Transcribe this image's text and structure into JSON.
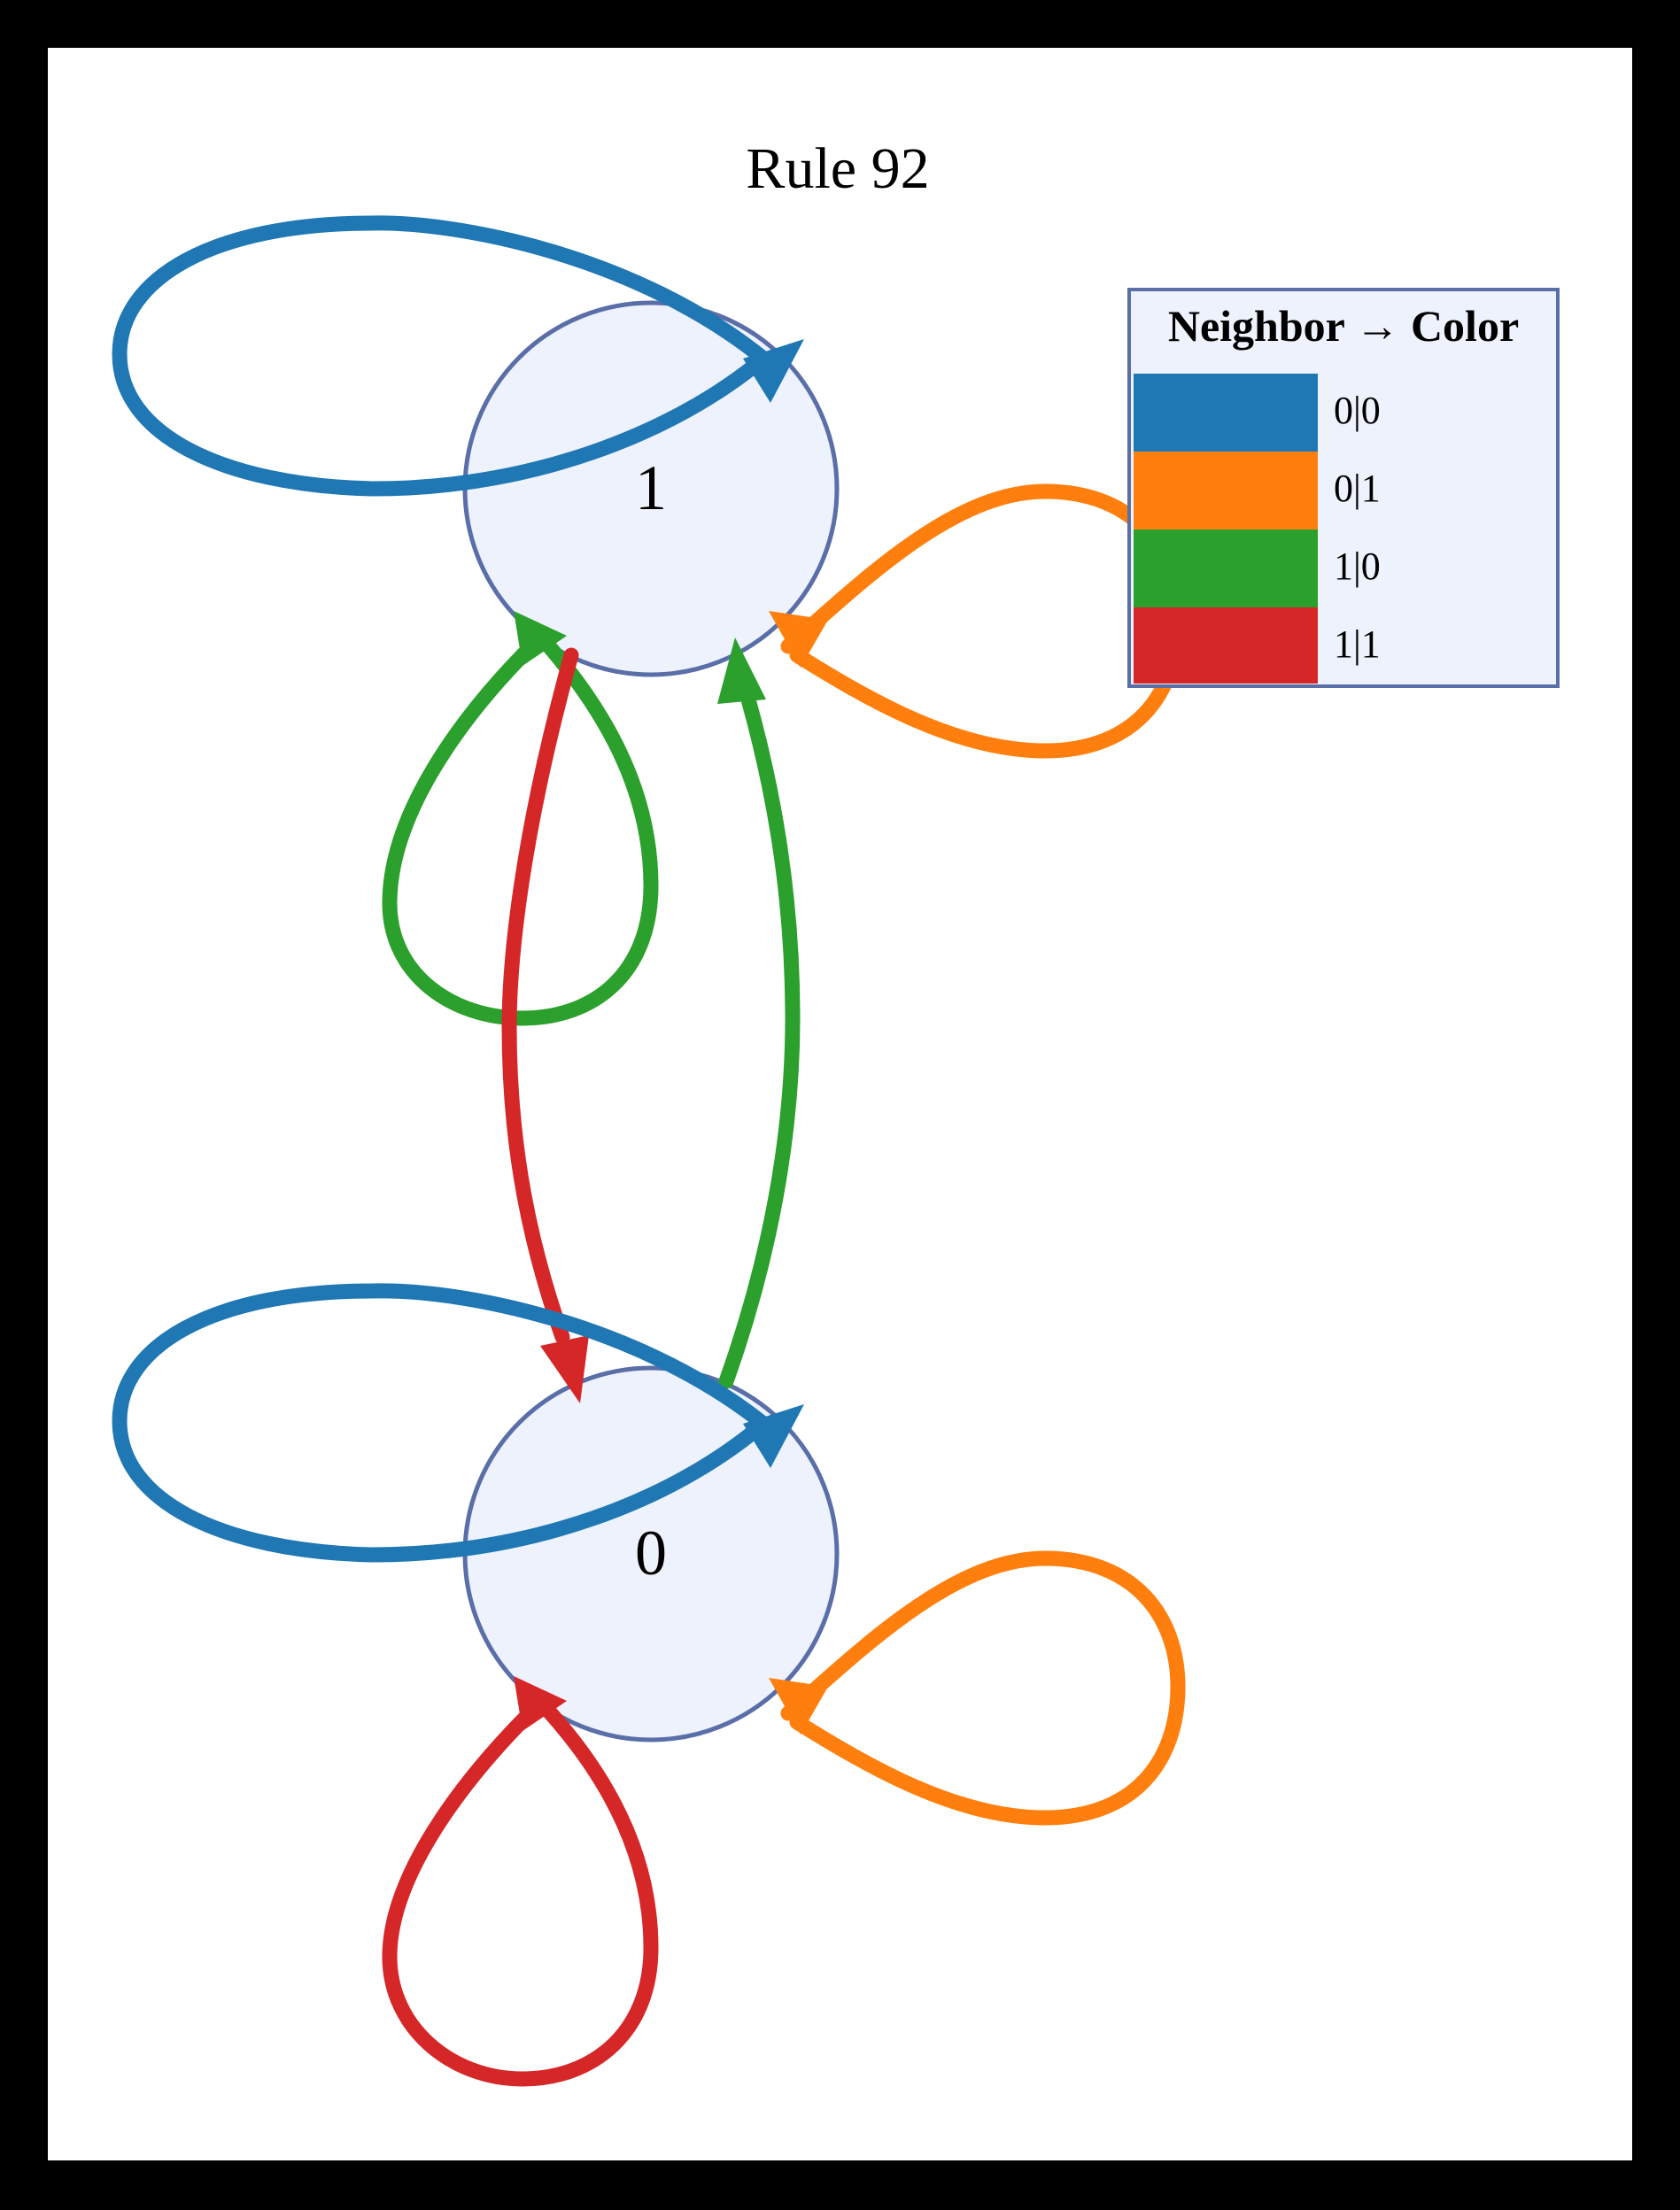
{
  "title": "Rule 92",
  "nodes": [
    {
      "id": "1",
      "label": "1"
    },
    {
      "id": "0",
      "label": "0"
    }
  ],
  "legend": {
    "title": "Neighbor → Color",
    "entries": [
      {
        "label": "0|0",
        "color": "#1f77b4"
      },
      {
        "label": "0|1",
        "color": "#ff7f0e"
      },
      {
        "label": "1|0",
        "color": "#2ca02c"
      },
      {
        "label": "1|1",
        "color": "#d62728"
      }
    ]
  },
  "edges": [
    {
      "from": "1",
      "to": "1",
      "neighbor": "0|0",
      "color": "#1f77b4"
    },
    {
      "from": "1",
      "to": "1",
      "neighbor": "0|1",
      "color": "#ff7f0e"
    },
    {
      "from": "1",
      "to": "1",
      "neighbor": "1|0",
      "color": "#2ca02c"
    },
    {
      "from": "1",
      "to": "0",
      "neighbor": "1|1",
      "color": "#d62728"
    },
    {
      "from": "0",
      "to": "0",
      "neighbor": "0|0",
      "color": "#1f77b4"
    },
    {
      "from": "0",
      "to": "0",
      "neighbor": "0|1",
      "color": "#ff7f0e"
    },
    {
      "from": "0",
      "to": "1",
      "neighbor": "1|0",
      "color": "#2ca02c"
    },
    {
      "from": "0",
      "to": "0",
      "neighbor": "1|1",
      "color": "#d62728"
    }
  ],
  "colors": {
    "node_fill": "#edf2fc",
    "node_stroke": "#5a6ea8",
    "background": "#ffffff",
    "frame": "#000000"
  }
}
